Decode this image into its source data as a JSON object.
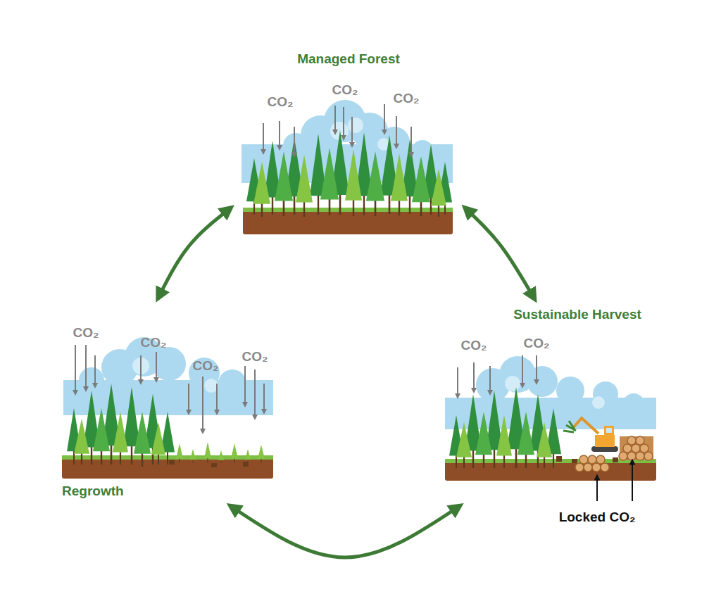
{
  "diagram": {
    "nodes": [
      {
        "text": [
          "Managed Forest"
        ]
      },
      {
        "text": [
          "Sustainable Harvest"
        ]
      },
      {
        "text": [
          "Regrowth"
        ]
      }
    ],
    "edges": [
      {
        "from": 0,
        "to": 1,
        "arrow": "both"
      },
      {
        "from": 1,
        "to": 2,
        "arrow": "both"
      },
      {
        "from": 2,
        "to": 0,
        "arrow": "both"
      }
    ],
    "labels": [
      "CO₂",
      "CO₂",
      "CO₂",
      "CO₂",
      "CO₂",
      "Locked CO₂",
      "CO₂",
      "CO₂",
      "CO₂",
      "CO₂"
    ]
  }
}
